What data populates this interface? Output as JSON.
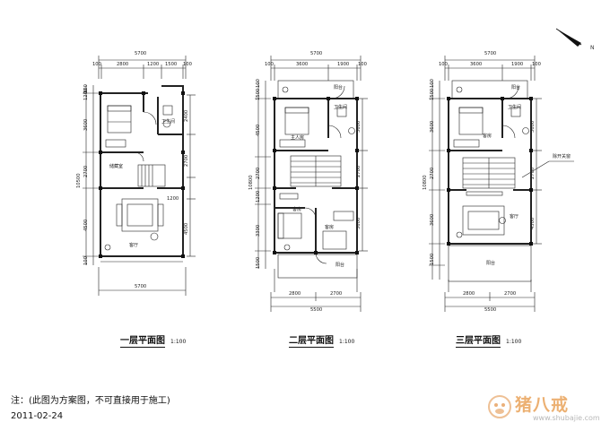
{
  "plans": [
    {
      "title": "一层平面图",
      "scale": "1:100",
      "top_dims": [
        "5700",
        "100",
        "2800",
        "1200",
        "1500",
        "100"
      ],
      "bottom_dims": [
        "5700"
      ],
      "left_dims": [
        "100",
        "1200",
        "3600",
        "2700",
        "4500",
        "100",
        "10500"
      ],
      "right_dims": [
        "2400",
        "2700",
        "1200",
        "4500"
      ],
      "rooms": [
        "卫生间",
        "储藏室",
        "客厅"
      ]
    },
    {
      "title": "二层平面图",
      "scale": "1:100",
      "top_dims": [
        "5700",
        "100",
        "3600",
        "1900",
        "100"
      ],
      "bottom_dims": [
        "2800",
        "2700",
        "5500"
      ],
      "left_dims": [
        "100",
        "1500",
        "4500",
        "2700",
        "1200",
        "3300",
        "1500",
        "10800"
      ],
      "right_dims": [
        "3600",
        "2700",
        "3600"
      ],
      "rooms": [
        "阳台",
        "卫生间",
        "主人房",
        "客房",
        "客房",
        "阳台"
      ]
    },
    {
      "title": "三层平面图",
      "scale": "1:100",
      "top_dims": [
        "5700",
        "100",
        "3600",
        "1900",
        "100"
      ],
      "bottom_dims": [
        "2800",
        "2700",
        "5500"
      ],
      "left_dims": [
        "100",
        "1500",
        "3600",
        "2700",
        "3600",
        "1500",
        "10800"
      ],
      "right_dims": [
        "3600",
        "2700",
        "4500"
      ],
      "rooms": [
        "阳台",
        "卫生间",
        "客房",
        "客厅",
        "阳台"
      ],
      "callout": "除开关窗"
    }
  ],
  "note": "注：(此图为方案图，不可直接用于施工)",
  "date": "2011-02-24",
  "watermark": {
    "text": "猪八戒",
    "url": "www.shubajie.com"
  },
  "north_label": "N"
}
